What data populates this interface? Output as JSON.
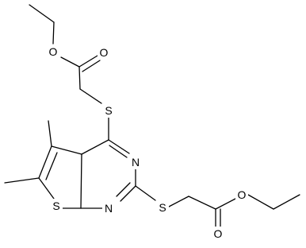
{
  "figure": {
    "background": "#ffffff",
    "line_color": "#000000"
  },
  "atoms": {
    "o_ester_top": "O",
    "o_carbonyl_top": "O",
    "s_thioether_top": "S",
    "n3": "N",
    "n1": "N",
    "s_thiophene": "S",
    "s_thioether_bottom": "S",
    "o_ester_bottom": "O",
    "o_carbonyl_bottom": "O"
  }
}
